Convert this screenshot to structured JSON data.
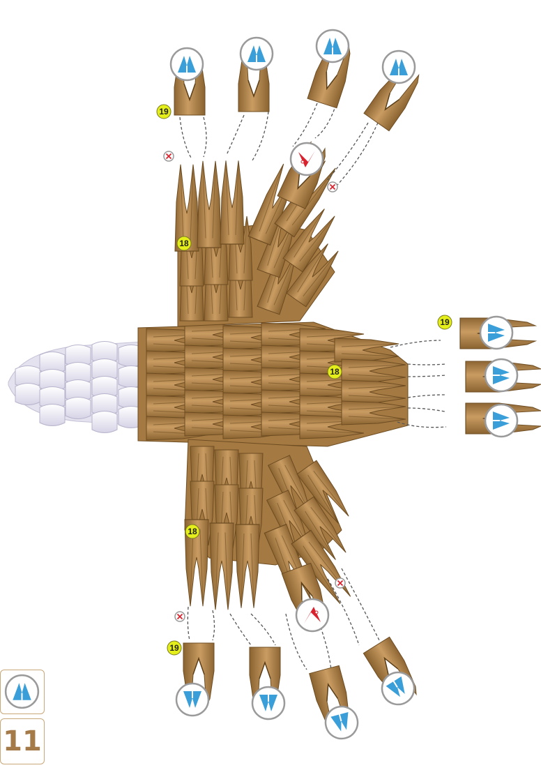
{
  "step_labels": {
    "row18": "18",
    "row19": "19"
  },
  "legend": {
    "piece_count": "11",
    "piece_icon": "blue-triangle-module-icon"
  },
  "colors": {
    "module_brown": "#b4874f",
    "module_brown_dark": "#7d5a2c",
    "module_white": "#eeedf6",
    "marker_yellow": "#e4ee1a",
    "marker_blue": "#3a9fd8",
    "marker_red": "#d8222e",
    "dash": "#555555"
  }
}
